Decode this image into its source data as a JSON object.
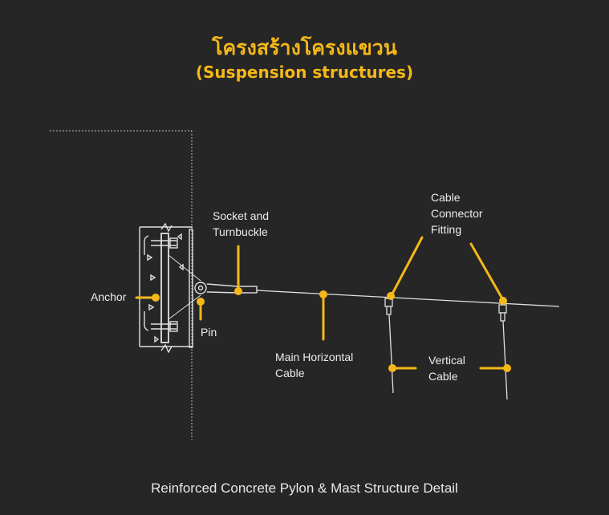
{
  "title": {
    "thai": "โครงสร้างโครงแขวน",
    "english": "(Suspension structures)"
  },
  "caption": "Reinforced Concrete Pylon & Mast Structure Detail",
  "labels": {
    "socket_line1": "Socket and",
    "socket_line2": "Turnbuckle",
    "connector_line1": "Cable",
    "connector_line2": "Connector",
    "connector_line3": "Fitting",
    "anchor": "Anchor",
    "pin": "Pin",
    "main_line1": "Main Horizontal",
    "main_line2": "Cable",
    "vertical_line1": "Vertical",
    "vertical_line2": "Cable"
  },
  "colors": {
    "background": "#262626",
    "accent": "#f5b819",
    "line": "#e0e0e0",
    "text": "#ececec"
  }
}
